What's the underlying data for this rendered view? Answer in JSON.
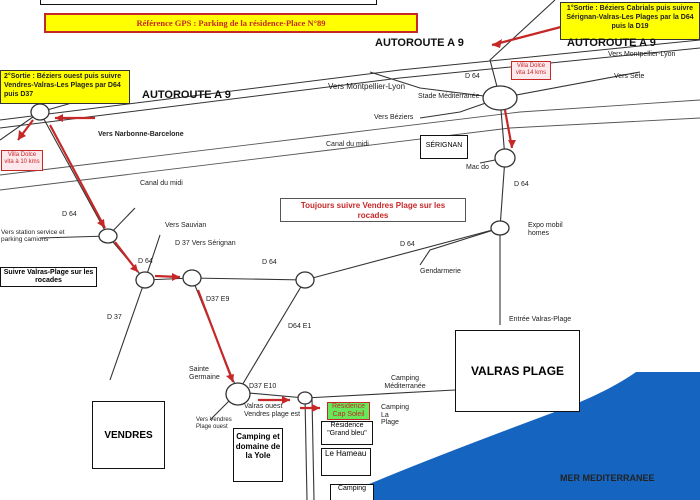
{
  "header": {
    "gps_reference": "Référence GPS : Parking de la résidence-Place N°89"
  },
  "callouts": {
    "exit1": "1°Sortie : Béziers Cabrials puis suivre Sérignan-Valras-Les Plages par la D64 puis la D19",
    "exit2": "2°Sortie : Béziers ouest  puis suivre Vendres-Valras-Les Plages par D64 puis D37"
  },
  "distances": {
    "villa_14": "Villa Dolce vita 14 kms",
    "villa_10": "Villa Dolce vita à 10 kms"
  },
  "notice": "Toujours suivre Vendres Plage sur les rocades",
  "follow_valras": "Suivre Valras-Plage sur les rocades",
  "highways": {
    "a9_top": "AUTOROUTE A 9",
    "a9_right": "AUTOROUTE A 9",
    "a9_left": "AUTOROUTE A 9"
  },
  "labels": {
    "vers_montpellier_right": "Vers Montpellier-Lyon",
    "vers_montpellier_mid": "Vers Montpellier-Lyon",
    "vers_sete": "Vers Sète",
    "stade": "Stade Méditerranée",
    "vers_beziers": "Vers Béziers",
    "vers_narbonne": "Vers Narbonne-Barcelone",
    "canal_midi_1": "Canal du midi",
    "canal_midi_2": "Canal du midi",
    "serignan": "SÉRIGNAN",
    "mac_do": "Mac do",
    "d64_1": "D 64",
    "d64_2": "D 64",
    "d64_3": "D 64",
    "d64_4": "D 64",
    "d64_5": "D 64",
    "vers_sauvian": "Vers Sauvian",
    "d37_vers_serignan": "D 37 Vers  Sérignan",
    "station": "Vers station service et parking camions",
    "expo": "Expo mobil homes",
    "gendarmerie": "Gendarmerie",
    "d37_e9": "D37 E9",
    "d37": "D 37",
    "d64_e1": "D64 E1",
    "entree_valras": "Entrée Valras-Plage",
    "sainte_germaine": "Sainte Germaine",
    "d37_e10": "D37 E10",
    "valras_ouest": "Valras ouest Vendres plage est",
    "vers_vendres": "Vers Vendres Plage ouest",
    "camping_med": "Camping Méditerranée",
    "camping_plage": "Camping La Plage"
  },
  "places": {
    "valras": "VALRAS PLAGE",
    "vendres": "VENDRES",
    "camping_yole": "Camping et domaine de la Yole",
    "residence_cap_soleil": "Résidence Cap Soleil",
    "residence_grand_bleu": "Résidence \"Grand bleu\"",
    "le_hameau": "Le Hameau",
    "camping_bottom": "Camping",
    "mer": "MER MEDITERRANEE"
  },
  "colors": {
    "route": "#c62828",
    "callout": "#ffff00",
    "sea": "#1565c0",
    "roads": "#333333"
  }
}
